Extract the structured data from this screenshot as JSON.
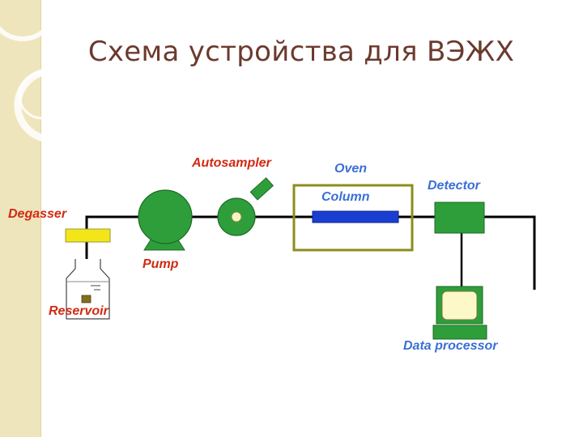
{
  "slide": {
    "title": "Схема устройства для ВЭЖХ"
  },
  "diagram": {
    "labels": {
      "degasser": "Degasser",
      "reservoir": "Reservoir",
      "pump": "Pump",
      "autosampler": "Autosampler",
      "oven": "Oven",
      "column": "Column",
      "detector": "Detector",
      "data_processor": "Data processor"
    }
  },
  "colors": {
    "background_strip": "#efe5bd",
    "title": "#6b3a2e",
    "label_red": "#d12a12",
    "label_blue": "#3a6fd6",
    "component_green": "#2e9e3a",
    "degasser_yellow": "#f2e61a",
    "column_blue": "#1a3fd0",
    "oven_frame": "#8c8c1e",
    "screen": "#fdf8c8",
    "line": "#000000"
  }
}
